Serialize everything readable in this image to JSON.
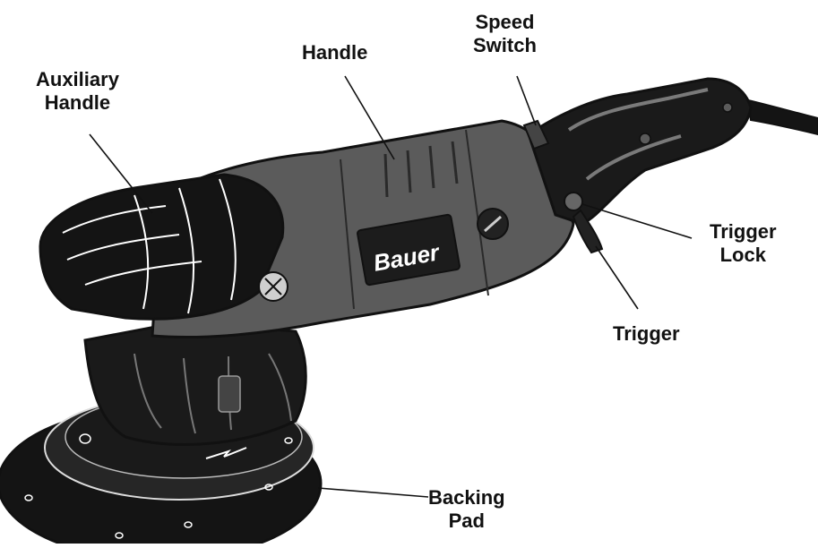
{
  "colors": {
    "outline": "#111111",
    "grip": "#141414",
    "body": "#5b5b5b",
    "body_light": "#7a7a7a",
    "background": "#ffffff"
  },
  "brand": {
    "text": "Bauer"
  },
  "labels": {
    "auxiliary_handle": {
      "line1": "Auxiliary",
      "line2": "Handle"
    },
    "handle": {
      "line1": "Handle"
    },
    "speed_switch": {
      "line1": "Speed",
      "line2": "Switch"
    },
    "trigger_lock": {
      "line1": "Trigger",
      "line2": "Lock"
    },
    "trigger": {
      "line1": "Trigger"
    },
    "backing_pad": {
      "line1": "Backing",
      "line2": "Pad"
    }
  }
}
